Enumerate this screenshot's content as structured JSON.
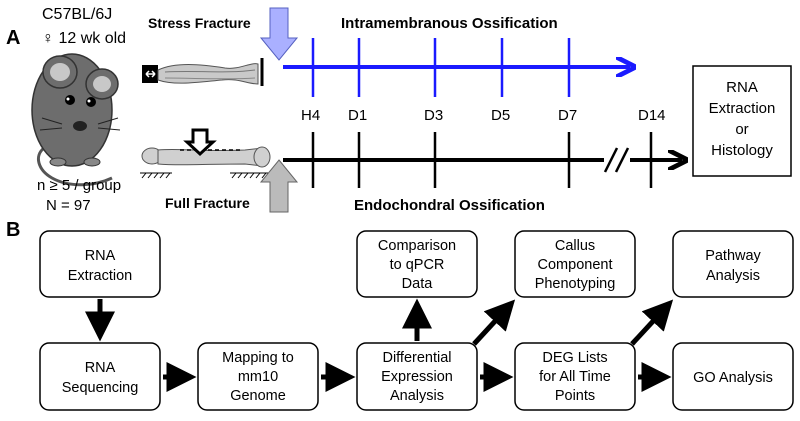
{
  "panel_a": {
    "letter": "A",
    "mouse": {
      "strain": "C57BL/6J",
      "sex_age": "♀ 12 wk old",
      "n_group": "n ≥ 5 / group",
      "n_total": "N = 97"
    },
    "stress_label": "Stress Fracture",
    "full_label": "Full Fracture",
    "intramembranous_label": "Intramembranous Ossification",
    "endochondral_label": "Endochondral Ossification",
    "timepoints": [
      "H4",
      "D1",
      "D3",
      "D5",
      "D7",
      "D14"
    ],
    "outcome_box": [
      "RNA",
      "Extraction",
      "or",
      "Histology"
    ],
    "colors": {
      "stress_arrow": "#1a1aff",
      "full_arrow": "#000000",
      "stress_marker": "#aab0ff",
      "full_marker": "#bbbbbb"
    }
  },
  "panel_b": {
    "letter": "B",
    "boxes": {
      "rna_extraction": [
        "RNA",
        "Extraction"
      ],
      "rna_sequencing": [
        "RNA",
        "Sequencing"
      ],
      "mapping": [
        "Mapping to",
        "mm10",
        "Genome"
      ],
      "diff_expr": [
        "Differential",
        "Expression",
        "Analysis"
      ],
      "qpcr": [
        "Comparison",
        "to qPCR",
        "Data"
      ],
      "callus": [
        "Callus",
        "Component",
        "Phenotyping"
      ],
      "deg_lists": [
        "DEG Lists",
        "for All Time",
        "Points"
      ],
      "pathway": [
        "Pathway",
        "Analysis"
      ],
      "go": [
        "GO Analysis"
      ]
    }
  }
}
